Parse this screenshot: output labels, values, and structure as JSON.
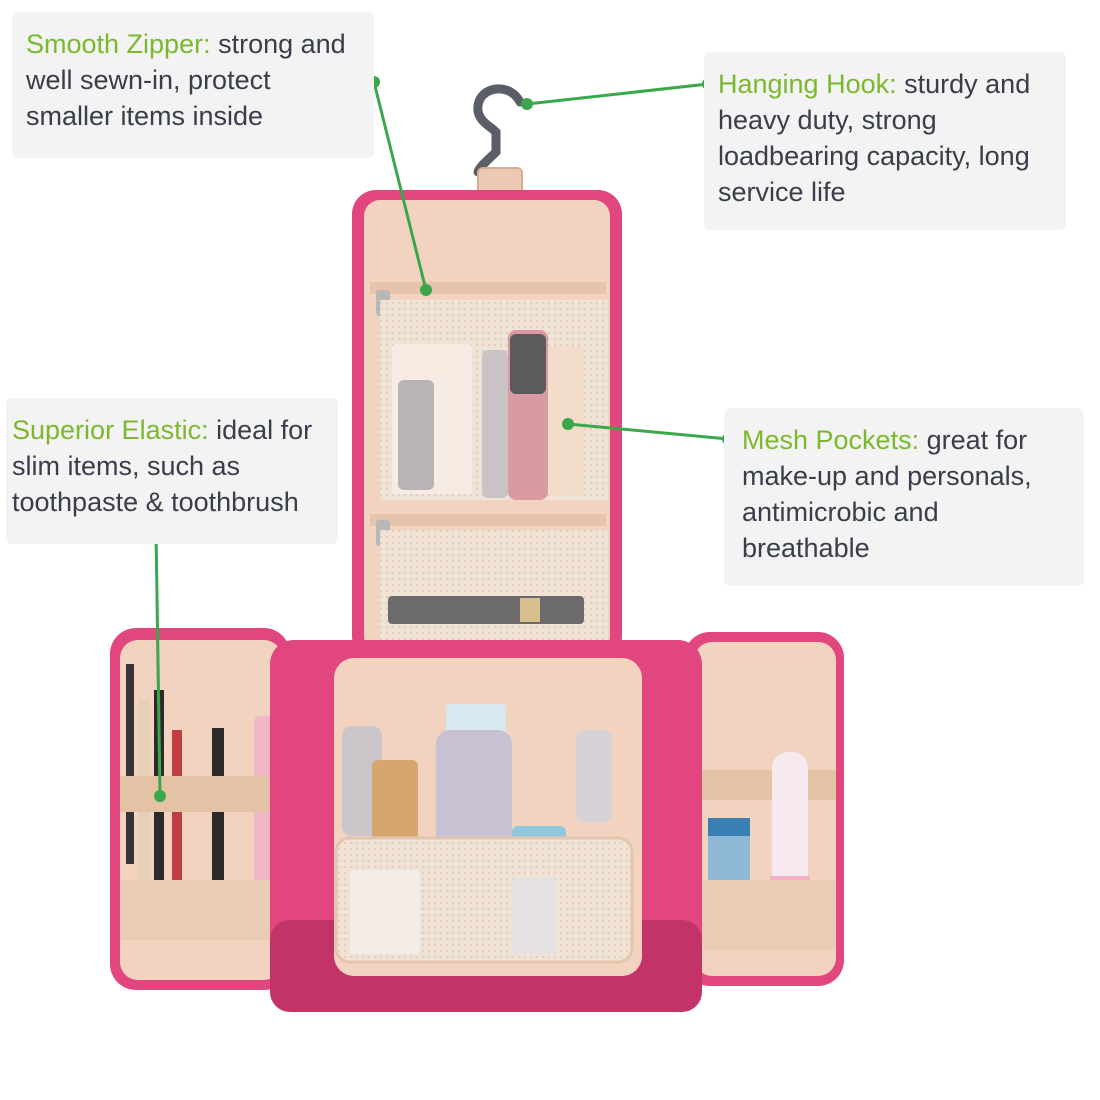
{
  "colors": {
    "bag_pink": "#e2467f",
    "bag_pink_dark": "#c23468",
    "lining": "#f1d3bf",
    "mesh": "#efe0d2",
    "callout_heading": "#7cb82e",
    "callout_text": "#3a3d4a",
    "pointer": "#3aa84a"
  },
  "callouts": {
    "smooth_zipper": {
      "heading": "Smooth Zipper:",
      "body": "strong and well sewn-in, protect smaller items inside"
    },
    "hanging_hook": {
      "heading": "Hanging Hook:",
      "body": "sturdy and heavy duty, strong loadbearing capacity, long service life"
    },
    "superior_elastic": {
      "heading": "Superior Elastic:",
      "body": "ideal for slim items, such as toothpaste & toothbrush"
    },
    "mesh_pockets": {
      "heading": "Mesh Pockets:",
      "body": "great for make-up and personals, antimicrobic and breathable"
    }
  }
}
